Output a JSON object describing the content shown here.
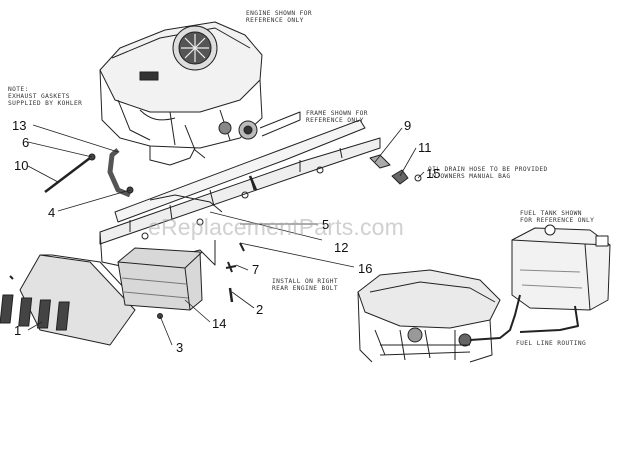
{
  "notes": {
    "engine_top": "ENGINE SHOWN FOR\nREFERENCE ONLY",
    "exhaust": "NOTE:\nEXHAUST GASKETS\nSUPPLIED BY KOHLER",
    "frame": "FRAME SHOWN FOR\nREFERENCE ONLY",
    "oil_drain": "OIL DRAIN HOSE TO BE PROVIDED\nIN OWNERS MANUAL BAG",
    "install": "INSTALL ON RIGHT\nREAR ENGINE BOLT",
    "fuel_tank": "FUEL TANK SHOWN\nFOR REFERENCE ONLY",
    "fuel_line": "FUEL LINE ROUTING"
  },
  "watermark": "eReplacementParts.com",
  "callouts": [
    "1",
    "2",
    "3",
    "4",
    "5",
    "6",
    "7",
    "9",
    "10",
    "11",
    "12",
    "13",
    "14",
    "15",
    "16"
  ]
}
